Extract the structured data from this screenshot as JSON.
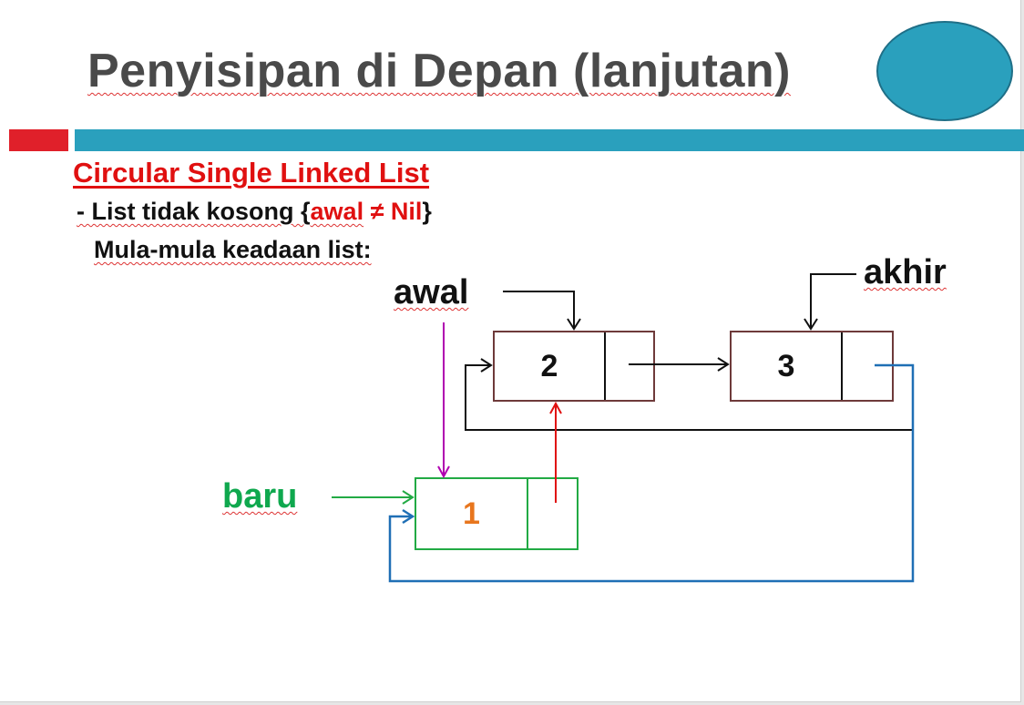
{
  "slide": {
    "title": "Penyisipan di Depan (lanjutan)",
    "subtitle": "Circular Single Linked List",
    "line1_prefix": "- List tidak kosong {",
    "line1_awal": "awal",
    "line1_neq_nil": " ≠ Nil",
    "line1_suffix": "}",
    "line2": "Mula-mula keadaan list:"
  },
  "diagram": {
    "label_awal": "awal",
    "label_akhir": "akhir",
    "label_baru": "baru",
    "nodes": [
      {
        "name": "node-2",
        "value": "2"
      },
      {
        "name": "node-3",
        "value": "3"
      },
      {
        "name": "node-1",
        "value": "1"
      }
    ]
  },
  "colors": {
    "title": "#4a4a4a",
    "accent_red": "#e0202a",
    "accent_teal": "#2aa0bd",
    "baru_green": "#0fa84e",
    "new_node_value": "#e8761e",
    "pointer_magenta": "#b000b0",
    "pointer_red": "#e01010",
    "pointer_blue": "#1f6fb5"
  }
}
